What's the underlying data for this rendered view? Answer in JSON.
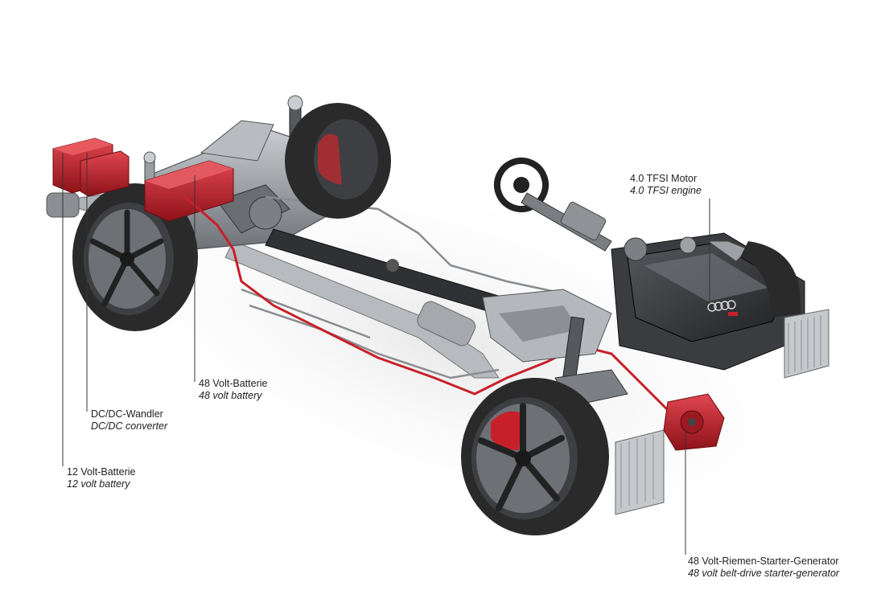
{
  "callouts": {
    "engine": {
      "de": "4.0 TFSI Motor",
      "en": "4.0 TFSI engine"
    },
    "battery48": {
      "de": "48 Volt-Batterie",
      "en": "48 volt battery"
    },
    "dcdc": {
      "de": "DC/DC-Wandler",
      "en": "DC/DC converter"
    },
    "battery12": {
      "de": "12 Volt-Batterie",
      "en": "12 volt battery"
    },
    "bsg": {
      "de": "48 Volt-Riemen-Starter-Generator",
      "en": "48 volt belt-drive starter-generator"
    }
  },
  "colors": {
    "highlight_red": "#c8202a",
    "tire": "#2a2a2a",
    "metal": "#9ea3a8",
    "dark_metal": "#3b3d40",
    "cable_gray": "#8a8d90"
  }
}
